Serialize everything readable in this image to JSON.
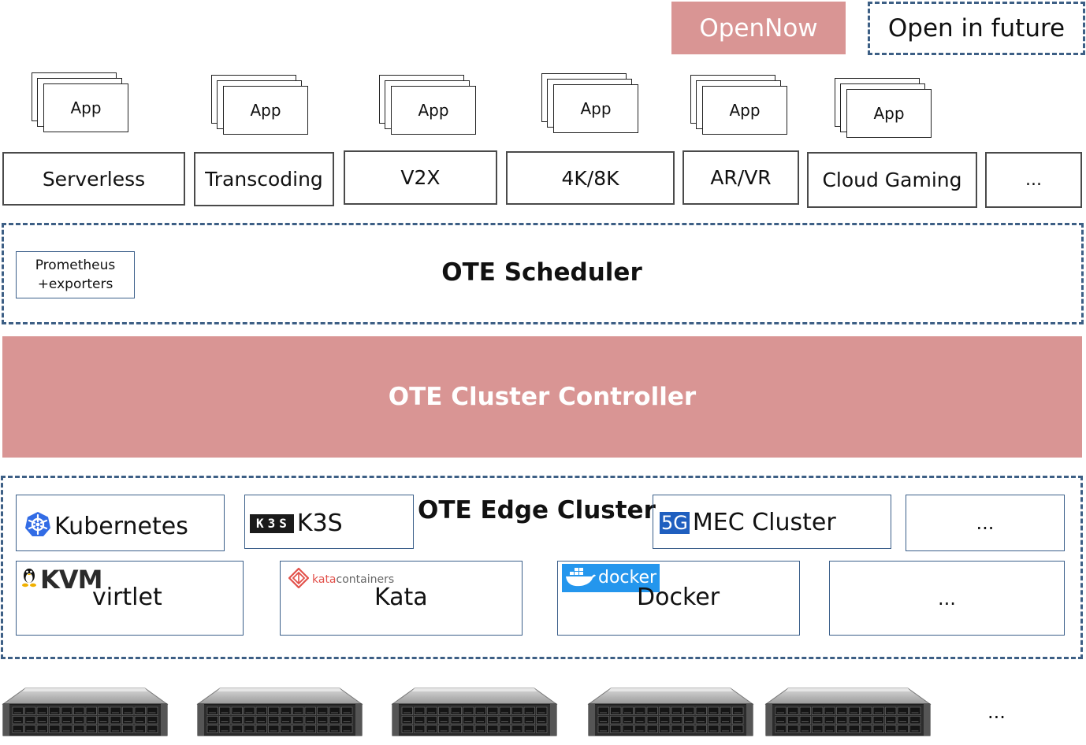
{
  "legend": {
    "open_now": "OpenNow",
    "open_future": "Open in future"
  },
  "apps": [
    "App",
    "App",
    "App",
    "App",
    "App",
    "App"
  ],
  "workloads": [
    "Serverless",
    "Transcoding",
    "V2X",
    "4K/8K",
    "AR/VR",
    "Cloud Gaming",
    "..."
  ],
  "scheduler": {
    "title": "OTE Scheduler",
    "prometheus_line1": "Prometheus",
    "prometheus_line2": "+exporters"
  },
  "controller": {
    "title": "OTE Cluster Controller"
  },
  "edge_cluster": {
    "title": "OTE Edge Cluster",
    "row1": {
      "kubernetes": "Kubernetes",
      "k3s_logo": "K3S",
      "k3s": "K3S",
      "mec_logo": "5G",
      "mec": "MEC Cluster",
      "more": "..."
    },
    "row2": {
      "kvm_logo": "KVM",
      "virtlet": "virtlet",
      "kata_logo_a": "kata",
      "kata_logo_b": "containers",
      "kata": "Kata",
      "docker_logo": "docker",
      "docker": "Docker",
      "more": "..."
    }
  },
  "servers": {
    "more": "..."
  },
  "colors": {
    "open_now": "#d99594",
    "dashed_border": "#3d5f85",
    "kubernetes_blue": "#326ce5",
    "docker_blue": "#2496ed",
    "kata_red": "#e2504a"
  }
}
